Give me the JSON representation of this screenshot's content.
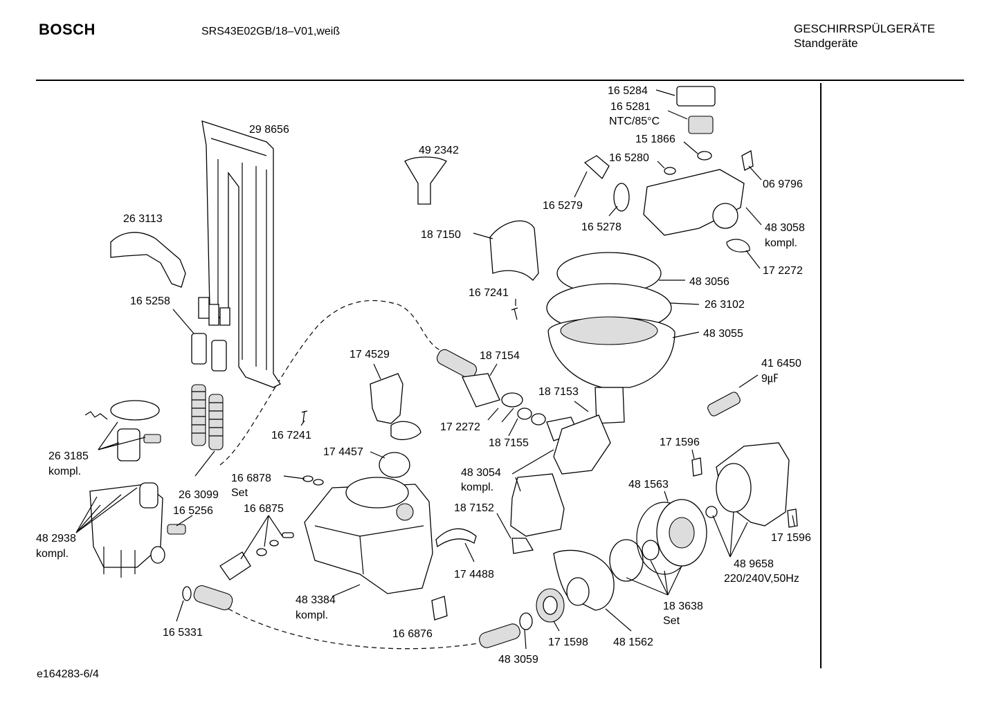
{
  "header": {
    "brand": "BOSCH",
    "model": "SRS43E02GB/18–V01,weiß",
    "category": "GESCHIRRSPÜLGERÄTE",
    "subcategory": "Standgeräte"
  },
  "footer": {
    "diagram_id": "e164283-6/4"
  },
  "labels": {
    "l01": "16 5284",
    "l02": "16 5281",
    "l03": "NTC/85°C",
    "l04": "15 1866",
    "l05": "16 5280",
    "l06": "06 9796",
    "l07": "16 5279",
    "l08": "16 5278",
    "l09": "48 3058",
    "l10": "kompl.",
    "l11": "17 2272",
    "l12": "29 8656",
    "l13": "49 2342",
    "l14": "26 3113",
    "l15": "18 7150",
    "l16": "48 3056",
    "l17": "26 3102",
    "l18": "16 7241",
    "l19": "16 5258",
    "l20": "48 3055",
    "l21": "17 4529",
    "l22": "18 7154",
    "l23": "41 6450",
    "l24": "9㎌",
    "l25": "18 7153",
    "l26": "17 2272",
    "l27": "16 7241",
    "l28": "18 7155",
    "l29": "17 1596",
    "l30": "26 3185",
    "l31": "kompl.",
    "l32": "17 4457",
    "l33": "48 3054",
    "l34": "kompl.",
    "l35": "16 6878",
    "l36": "Set",
    "l37": "26 3099",
    "l38": "48 1563",
    "l39": "16 5256",
    "l40": "16 6875",
    "l41": "18 7152",
    "l42": "17 1596",
    "l43": "48 2938",
    "l44": "kompl.",
    "l45": "17 4488",
    "l46": "48 9658",
    "l47": "220/240V,50Hz",
    "l48": "48 3384",
    "l49": "kompl.",
    "l50": "18 3638",
    "l51": "Set",
    "l52": "16 5331",
    "l53": "16 6876",
    "l54": "17 1598",
    "l55": "48 1562",
    "l56": "48 3059"
  }
}
